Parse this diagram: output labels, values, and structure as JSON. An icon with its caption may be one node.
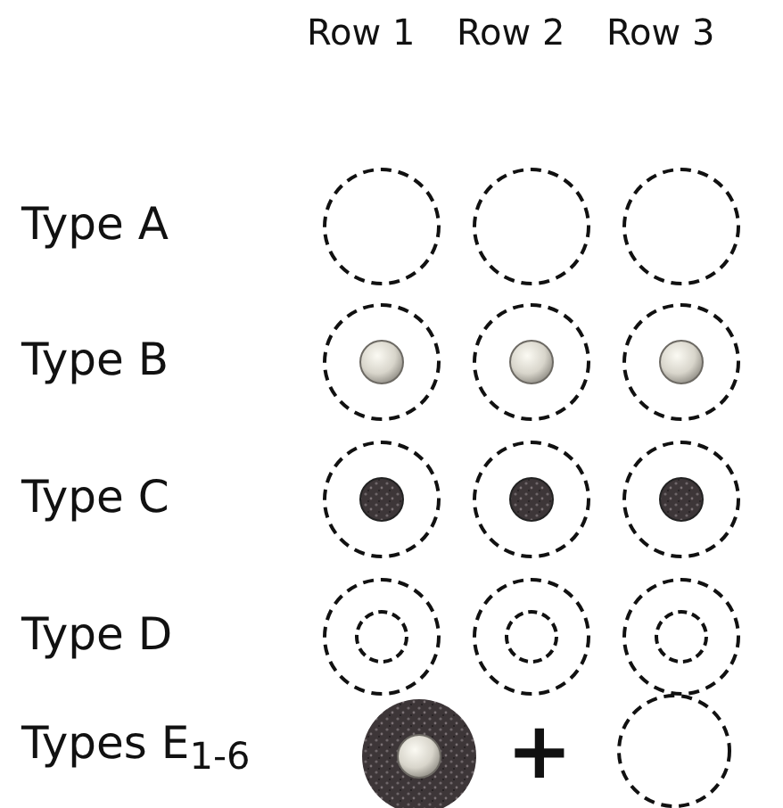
{
  "diagram": {
    "labels": [
      "Row 1",
      "Row 2",
      "Row 3",
      "Type A",
      "Type B",
      "Type C",
      "Type D",
      "Types E$_{1-6}$",
      "+"
    ]
  }
}
